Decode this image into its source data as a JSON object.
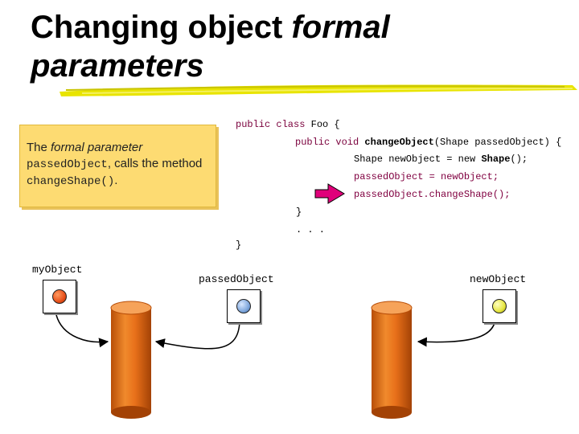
{
  "title": {
    "line1_plain": "Changing object ",
    "line1_italic": "formal",
    "line2": "parameters"
  },
  "note": {
    "p1": "The ",
    "p2": "formal parameter",
    "p3": "passedObject",
    "p4": ", calls the method ",
    "p5": "changeShape()",
    "p6": "."
  },
  "code": {
    "class_kw": "public class",
    "class_rest": " Foo {",
    "method_kw": "public void",
    "method_name": " changeObject",
    "method_rest": "(Shape passedObject) {",
    "line_new_a": "Shape newObject = new ",
    "line_new_b": "Shape",
    "line_new_c": "();",
    "line_assign": "passedObject = newObject;",
    "line_call": "passedObject.changeShape();",
    "close_method": "}",
    "ellipsis": ". . .",
    "close_class": "}"
  },
  "labels": {
    "myobject": "myObject",
    "passedobject": "passedObject",
    "newobject": "newObject"
  },
  "colors": {
    "note_bg": "#fddb72",
    "arrow_fill": "#e0007a",
    "cylinder": "#e8701a",
    "dot_myobject": "#e8501a",
    "dot_passedobject": "#7fa7dc",
    "dot_newobject": "#e6e640"
  }
}
